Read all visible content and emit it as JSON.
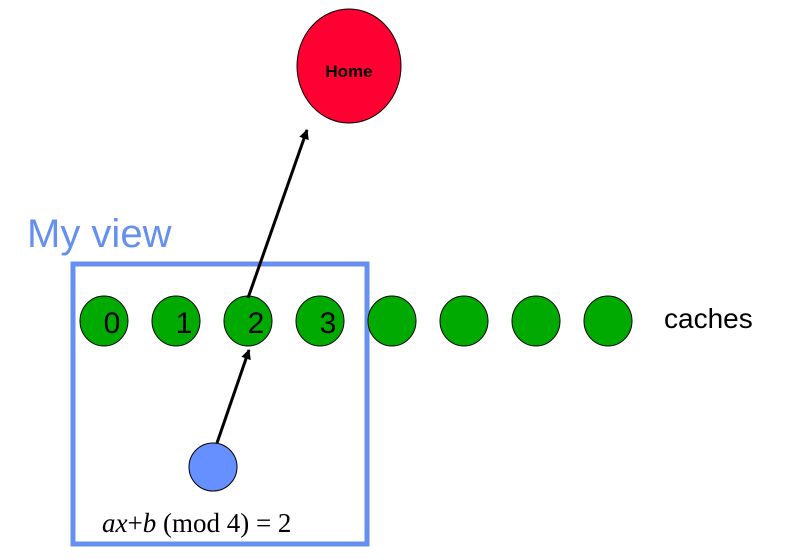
{
  "home": {
    "label": "Home",
    "color": "#ff0033"
  },
  "view": {
    "label": "My view",
    "color": "#6690f0"
  },
  "caches": {
    "label": "caches",
    "color": "#00aa00",
    "count": 8,
    "numbered": [
      "0",
      "1",
      "2",
      "3"
    ]
  },
  "client": {
    "color": "#6690ff"
  },
  "formula": {
    "ax": "ax",
    "plus": "+",
    "b": "b",
    "rest": " (mod 4) = 2"
  },
  "arrows": [
    {
      "from": "client",
      "to": "cache-2"
    },
    {
      "from": "cache-2",
      "to": "home"
    }
  ]
}
